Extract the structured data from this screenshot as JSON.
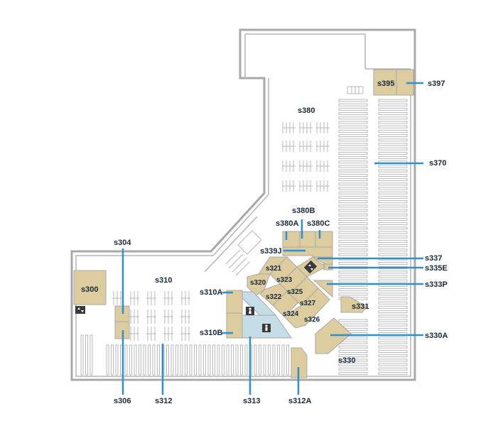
{
  "map": {
    "colors": {
      "wall": "#a8a8a8",
      "room_fill": "#dccc9e",
      "room_stroke": "#a8a8a8",
      "restroom_fill": "#c5dde6",
      "callout": "#2f8fcf",
      "shelf": "#b8b8b8",
      "text": "#1a2a3a"
    },
    "rooms": {
      "s300": "s300",
      "s304": "s304",
      "s306": "s306",
      "s310": "s310",
      "s310A": "s310A",
      "s310B": "s310B",
      "s312": "s312",
      "s312A": "s312A",
      "s313": "s313",
      "s320": "s320",
      "s321": "s321",
      "s322": "s322",
      "s323": "s323",
      "s324": "s324",
      "s325": "s325",
      "s326": "s326",
      "s327": "s327",
      "s330": "s330",
      "s330A": "s330A",
      "s331": "s331",
      "s333P": "s333P",
      "s335E": "s335E",
      "s337": "s337",
      "s339J": "s339J",
      "s370": "s370",
      "s380": "s380",
      "s380A": "s380A",
      "s380B": "s380B",
      "s380C": "s380C",
      "s395": "s395",
      "s397": "s397"
    },
    "icons": [
      "restroom-women-icon",
      "restroom-men-icon",
      "elevator-icon",
      "stairs-icon"
    ]
  }
}
